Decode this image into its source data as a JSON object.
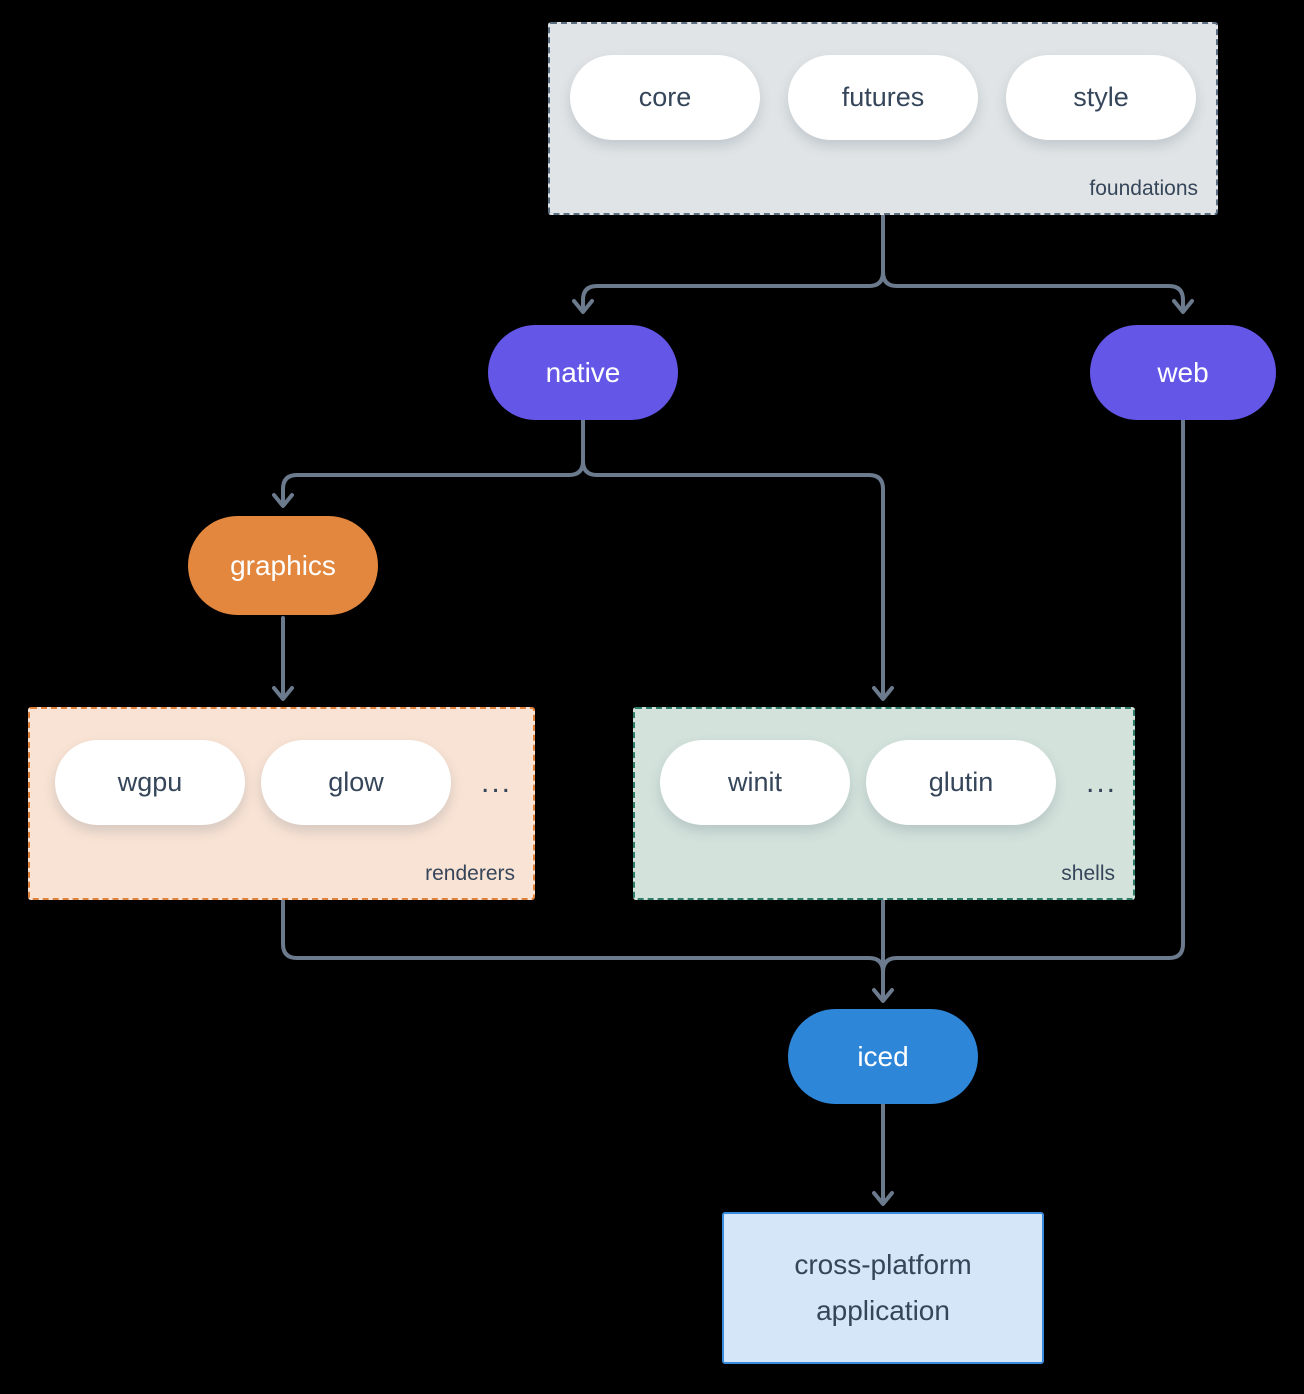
{
  "colors": {
    "background": "#000000",
    "connector": "#6B7A8D",
    "dark_text": "#36465A",
    "purple": "#6457E8",
    "orange": "#E2873D",
    "blue": "#2E86D8",
    "foundations_fill": "#E0E4E6",
    "foundations_border": "#5C6F82",
    "renderers_fill": "#F9E3D4",
    "renderers_border": "#E0813A",
    "shells_fill": "#D3E2DB",
    "shells_border": "#2E7D6B",
    "application_fill": "#D4E6F7",
    "application_border": "#3A8BDC"
  },
  "groups": {
    "foundations": {
      "label": "foundations",
      "pills": [
        "core",
        "futures",
        "style"
      ]
    },
    "renderers": {
      "label": "renderers",
      "pills": [
        "wgpu",
        "glow"
      ],
      "ellipsis": "..."
    },
    "shells": {
      "label": "shells",
      "pills": [
        "winit",
        "glutin"
      ],
      "ellipsis": "..."
    }
  },
  "nodes": {
    "native": {
      "label": "native"
    },
    "web": {
      "label": "web"
    },
    "graphics": {
      "label": "graphics"
    },
    "iced": {
      "label": "iced"
    }
  },
  "application": {
    "lines": [
      "cross-platform",
      "application"
    ]
  }
}
